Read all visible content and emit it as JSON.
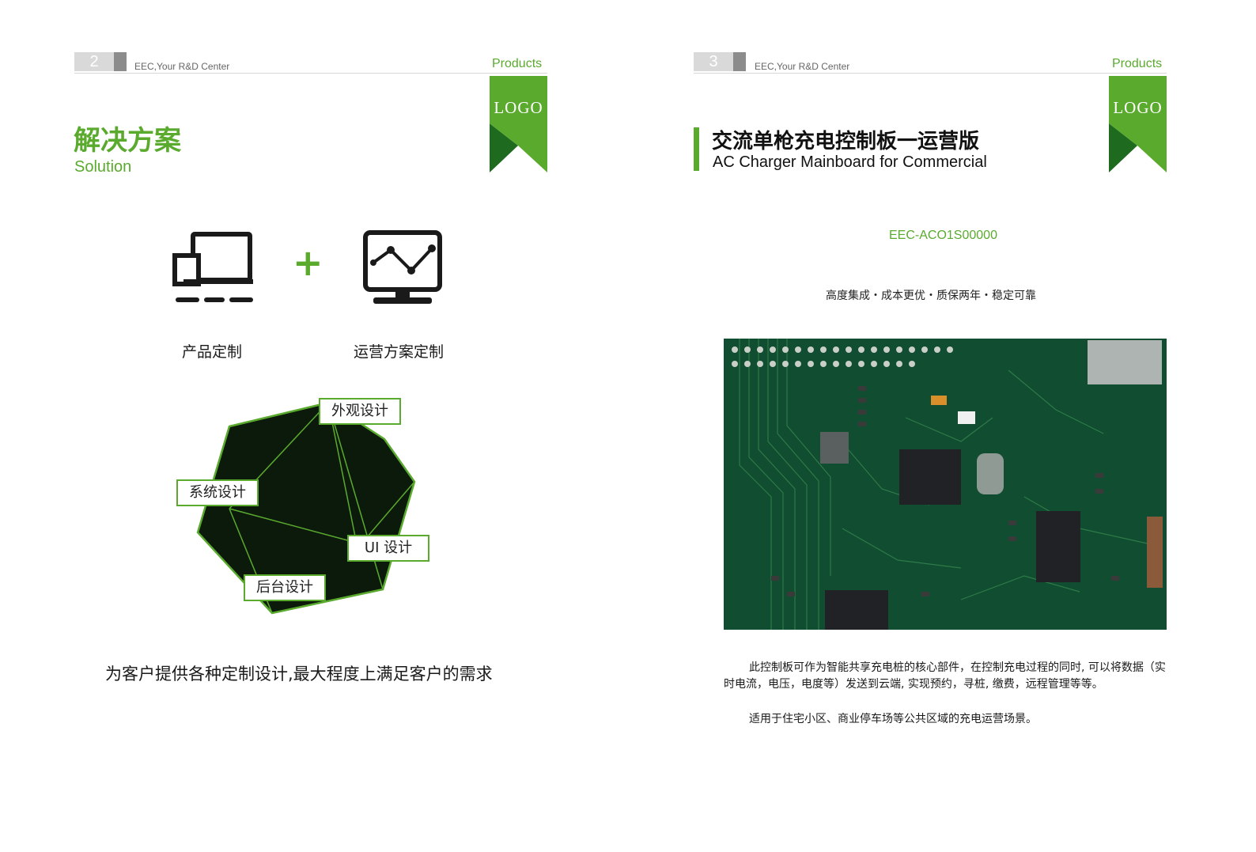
{
  "left_page": {
    "page_number": "2",
    "header_text": "EEC,Your R&D Center",
    "header_link": "Products",
    "logo_text": "LOGO",
    "title_cn": "解决方案",
    "title_en": "Solution",
    "plus_symbol": "+",
    "items": [
      {
        "label": "产品定制",
        "icon": "devices-icon"
      },
      {
        "label": "运营方案定制",
        "icon": "monitor-chart-icon"
      }
    ],
    "design_tags": [
      "外观设计",
      "系统设计",
      "UI 设计",
      "后台设计"
    ],
    "footer_text": "为客户提供各种定制设计,最大程度上满足客户的需求"
  },
  "right_page": {
    "page_number": "3",
    "header_text": "EEC,Your R&D Center",
    "header_link": "Products",
    "logo_text": "LOGO",
    "title_cn": "交流单枪充电控制板一运营版",
    "title_en": "AC Charger Mainboard for Commercial",
    "model": "EEC-ACO1S00000",
    "features": "高度集成・成本更优・质保两年・稳定可靠",
    "description_1": "此控制板可作为智能共享充电桩的核心部件，在控制充电过程的同时, 可以将数据（实时电流，电压，电度等）发送到云端, 实现预约，寻桩, 缴费，远程管理等等。",
    "description_2": "适用于住宅小区、商业停车场等公共区域的充电运营场景。",
    "product_image": "pcb-board-photo"
  },
  "colors": {
    "brand_green": "#5aaa2e",
    "dark_green": "#1e6a1e",
    "polygon_fill": "#0c1a0c"
  }
}
